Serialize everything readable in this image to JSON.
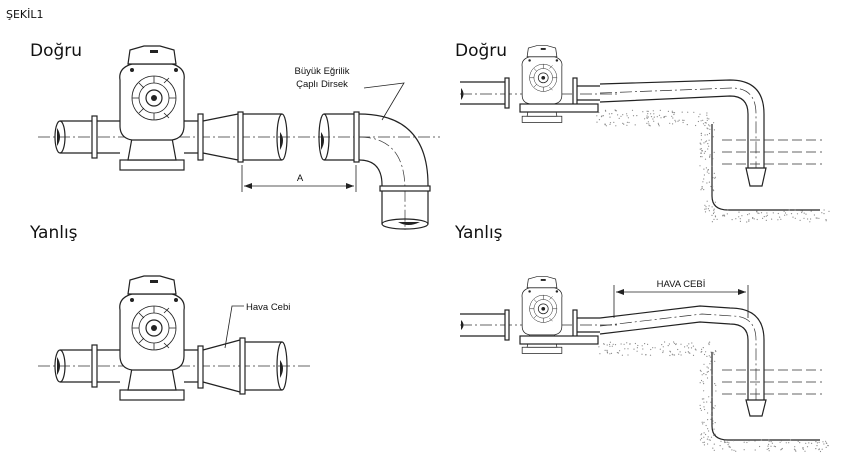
{
  "figure_label": "ŞEKİL1",
  "panels": {
    "top_left": {
      "heading": "Doğru"
    },
    "top_right": {
      "heading": "Doğru"
    },
    "bottom_left": {
      "heading": "Yanlış"
    },
    "bottom_right": {
      "heading": "Yanlış"
    }
  },
  "annotations": {
    "elbow_line1": "Büyük Eğrilik",
    "elbow_line2": "Çaplı Dirsek",
    "dimension_a": "A",
    "air_pocket_left": "Hava Cebi",
    "air_pocket_right": "HAVA CEBİ"
  },
  "colors": {
    "line": "#222222",
    "background": "#ffffff",
    "soil": "#888888"
  }
}
